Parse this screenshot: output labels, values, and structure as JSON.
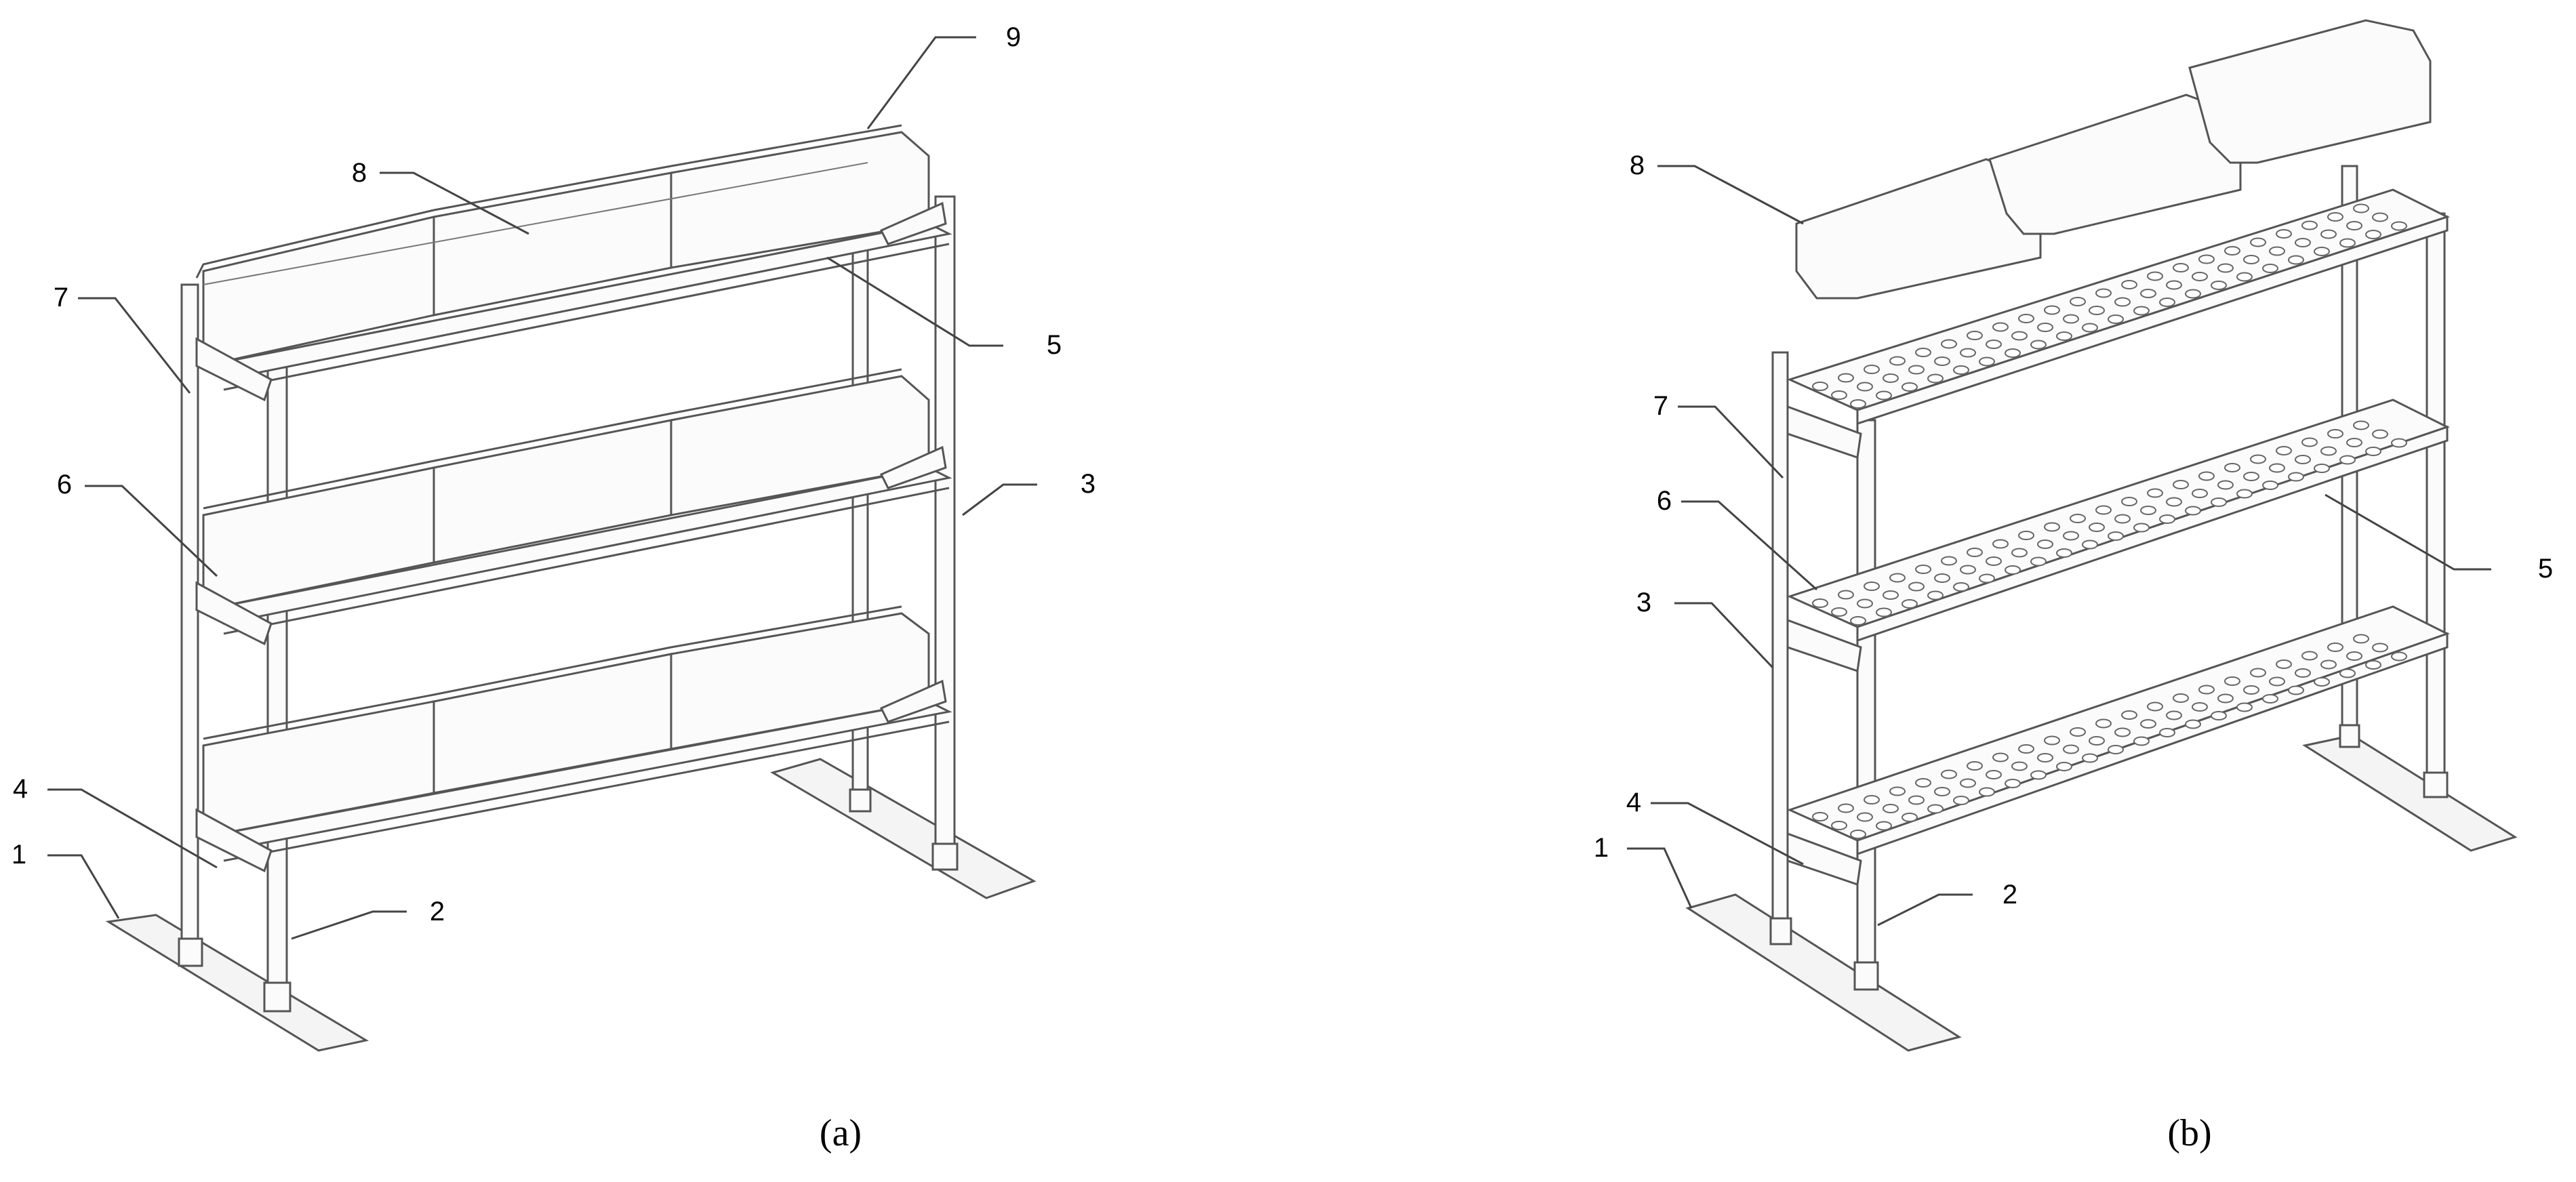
{
  "captions": {
    "a": "(a)",
    "b": "(b)"
  },
  "labels_a": {
    "l1": "1",
    "l2": "2",
    "l3": "3",
    "l4": "4",
    "l5": "5",
    "l6": "6",
    "l7": "7",
    "l8": "8",
    "l9": "9"
  },
  "labels_b": {
    "l1": "1",
    "l2": "2",
    "l3": "3",
    "l4": "4",
    "l5": "5",
    "l6": "6",
    "l7": "7",
    "l8": "8"
  }
}
